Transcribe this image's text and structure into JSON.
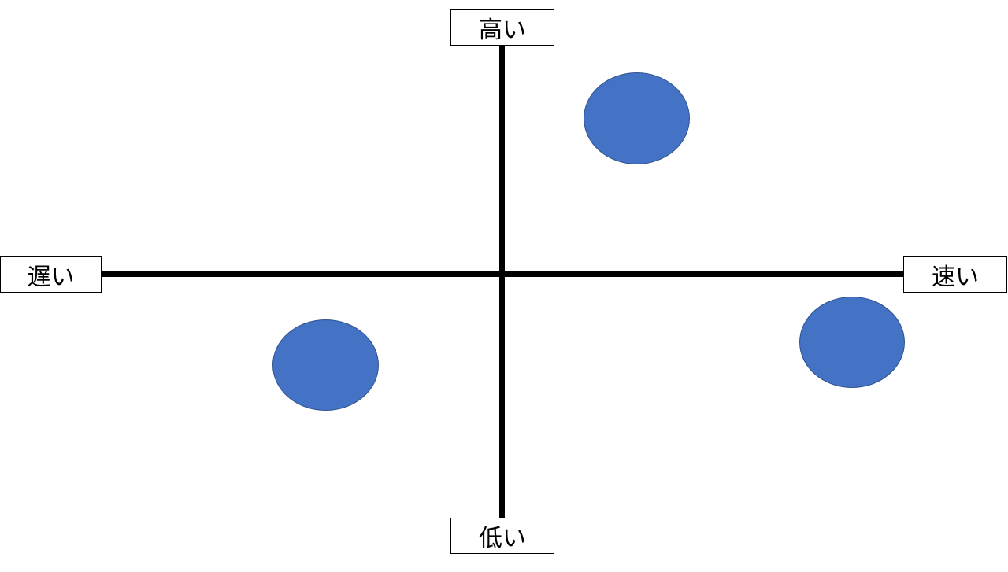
{
  "axes": {
    "top_label": "高い",
    "bottom_label": "低い",
    "left_label": "遅い",
    "right_label": "速い"
  },
  "colors": {
    "item_fill": "#4472C4",
    "item_border": "#2F528F",
    "axis": "#000000"
  },
  "items": [
    {
      "quadrant": "top-right"
    },
    {
      "quadrant": "bottom-left"
    },
    {
      "quadrant": "bottom-right"
    }
  ]
}
